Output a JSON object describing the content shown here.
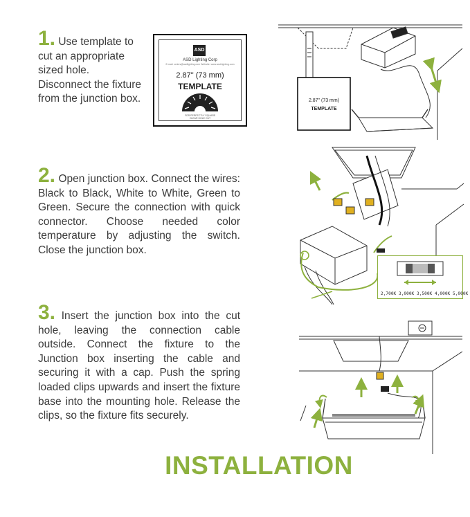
{
  "steps": [
    {
      "number": "1.",
      "text": "Use template to cut an appropriate sized hole. Disconnect the fixture from the junction box."
    },
    {
      "number": "2.",
      "text": "Open junction box. Connect the wires: Black to Black, White to White, Green to Green. Secure the connection with quick connector. Choose needed color temperature by adjusting the switch. Close the junction box."
    },
    {
      "number": "3.",
      "text": "Insert the junction box into the cut hole, leaving the connection cable outside. Connect the fixture to the Junction box inserting the cable and securing it with a cap. Push the spring loaded clips upwards and insert the fixture base into the mounting hole. Release the clips, so the fixture fits securely."
    }
  ],
  "template_card": {
    "logo": "ASD",
    "brand": "ASD Lighting Corp",
    "meta": "E-mail: orders@asdlighting.com  Website: www.asd-lighting.com",
    "size": "2.87\" (73 mm)",
    "label": "TEMPLATE",
    "footer_1": "FOR PERFECTLY SQUARE",
    "footer_2": "CLEAR HOLE CUT"
  },
  "color_temps": [
    "2,700K",
    "3,000K",
    "3,500K",
    "4,000K",
    "5,000K"
  ],
  "heading": "INSTALLATION",
  "colors": {
    "accent": "#8db13e",
    "text": "#3b3b3b",
    "line": "#333333"
  }
}
